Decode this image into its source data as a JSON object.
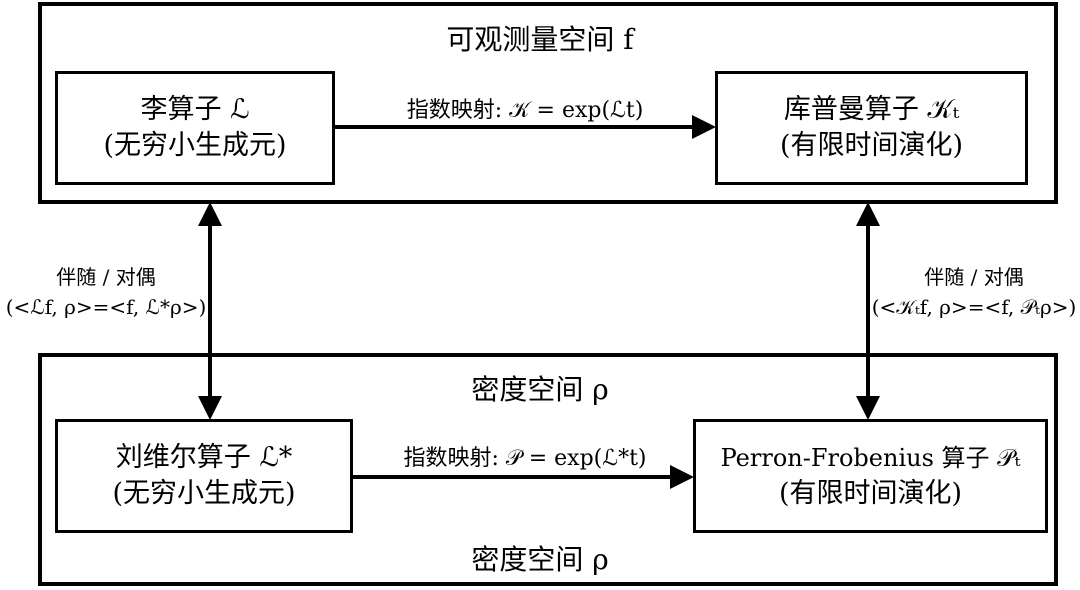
{
  "top_frame": {
    "title": "可观测量空间 f"
  },
  "bottom_frame": {
    "title": "密度空间 ρ",
    "bottom_title": "密度空间 ρ"
  },
  "boxes": {
    "lie": {
      "line1": "李算子 ℒ",
      "line2": "(无穷小生成元)"
    },
    "koopman": {
      "line1": "库普曼算子 𝒦ₜ",
      "line2": "(有限时间演化)"
    },
    "liouville": {
      "line1": "刘维尔算子 ℒ*",
      "line2": "(无穷小生成元)"
    },
    "pf": {
      "line1": "Perron-Frobenius 算子 𝒫ₜ",
      "line2": "(有限时间演化)"
    }
  },
  "arrows": {
    "top_label": "指数映射: 𝒦 = exp(ℒt)",
    "bottom_label": "指数映射: 𝒫 = exp(ℒ*t)"
  },
  "side_labels": {
    "left": {
      "title": "伴随 / 对偶",
      "formula": "(<ℒf, ρ>=<f, ℒ*ρ>)"
    },
    "right": {
      "title": "伴随 / 对偶",
      "formula": "(<𝒦ₜf, ρ>=<f, 𝒫ₜρ>)"
    }
  }
}
